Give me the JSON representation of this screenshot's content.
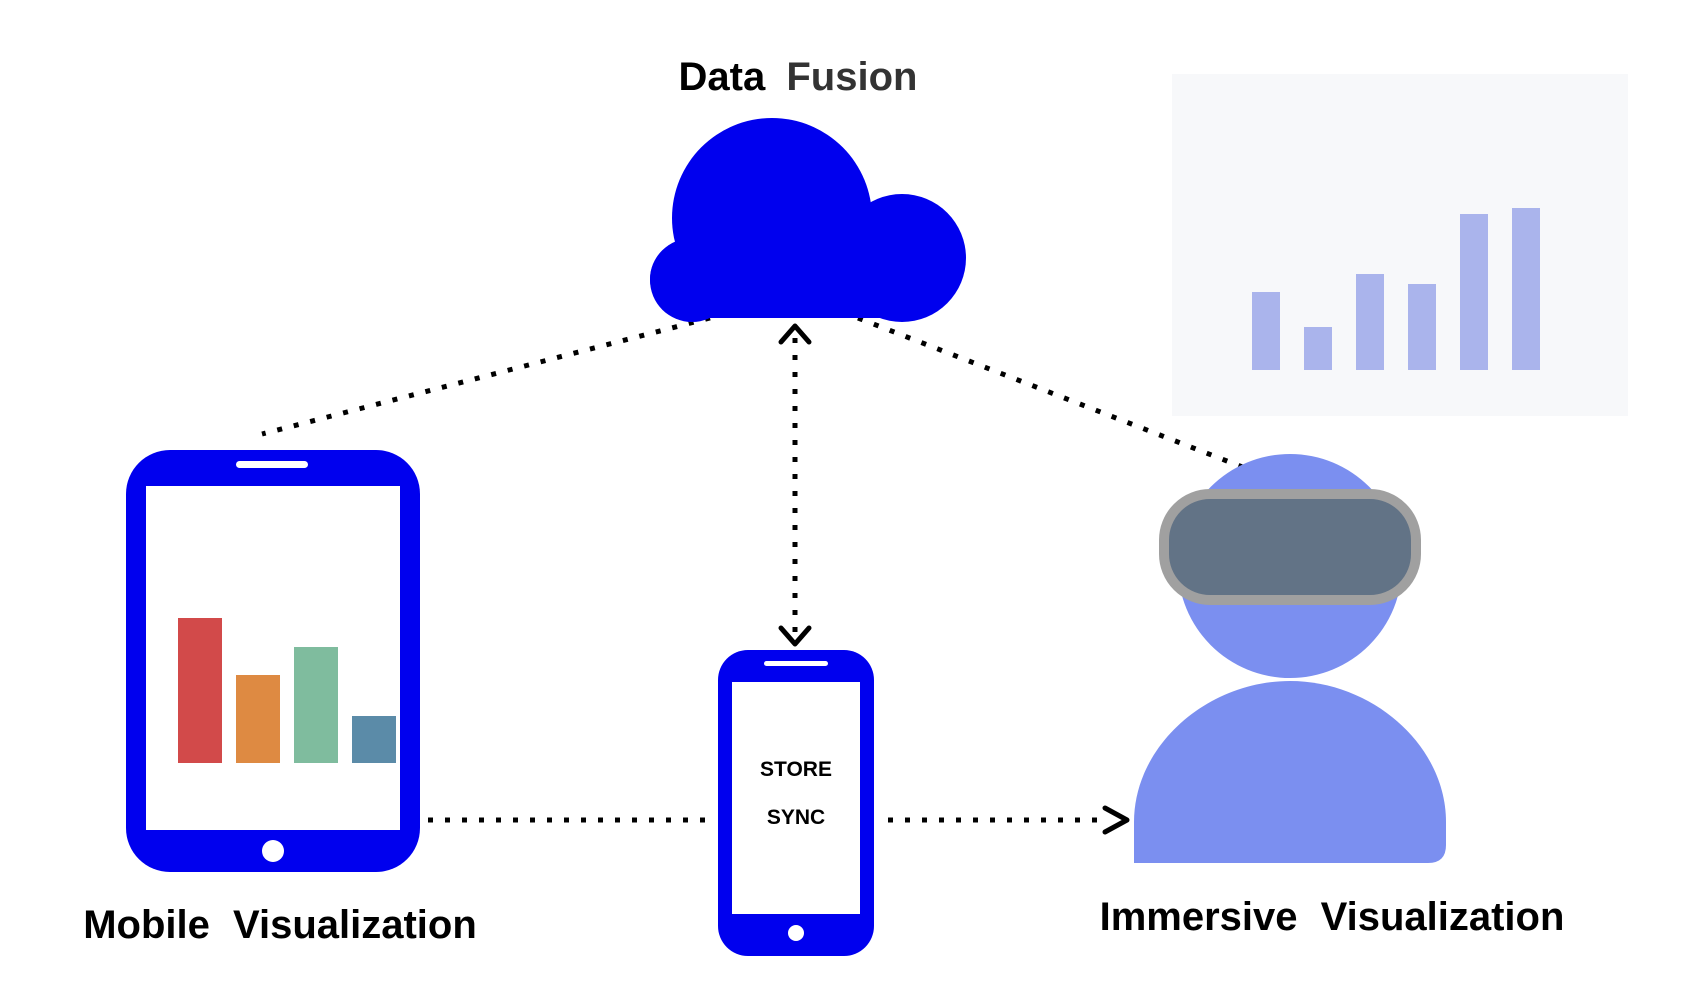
{
  "labels": {
    "title_word1": "Data",
    "title_word2": "Fusion",
    "mobile_word1": "Mobile",
    "mobile_word2": "Visualization",
    "immersive_word1": "Immersive",
    "immersive_word2": "Visualization"
  },
  "phone": {
    "line1": "STORE",
    "line2": "SYNC"
  },
  "icons": {
    "cloud": "cloud-icon",
    "tablet": "tablet-icon",
    "phone": "smartphone-icon",
    "user": "user-vr-headset-icon"
  },
  "colors": {
    "device_blue": "#0000ee",
    "user_blue": "#7b8ff0",
    "headset_gray": "#627386",
    "headset_rim": "#a0a0a0",
    "panel_bg": "#f7f8fa",
    "panel_bar": "#aab4ec"
  },
  "tablet_chart": {
    "values": [
      145,
      88,
      116,
      47
    ],
    "colors": [
      "#d24a4a",
      "#de8a42",
      "#7fbc9e",
      "#5b8ba8"
    ]
  },
  "panel_chart": {
    "values": [
      78,
      43,
      96,
      86,
      156,
      162
    ]
  }
}
